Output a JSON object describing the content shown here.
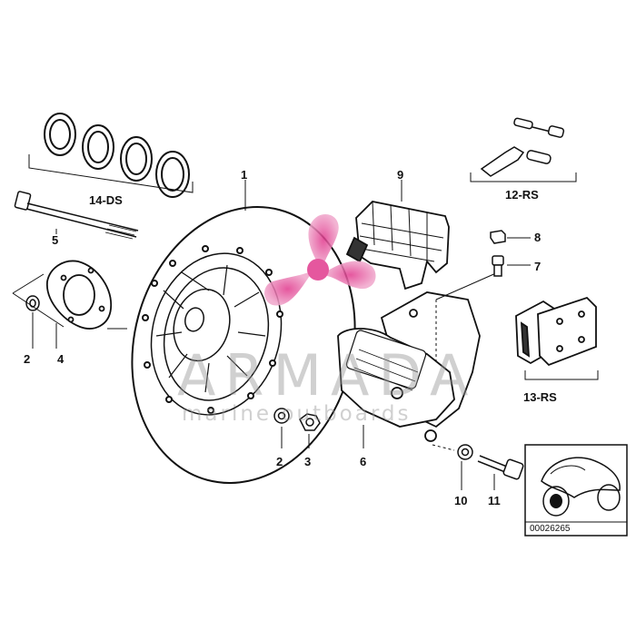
{
  "labels": {
    "disc": "1",
    "washer": "2",
    "washer_b": "2",
    "nut": "3",
    "adapter": "4",
    "bolt": "5",
    "caliper": "6",
    "bleed_valve": "7",
    "cap": "8",
    "pad_spring": "9",
    "washer_c": "10",
    "mount_bolt": "11",
    "pin_kit": "12-RS",
    "pad_kit": "13-RS",
    "seal_kit": "14-DS"
  },
  "watermark": {
    "title": "ARMADA",
    "subtitle": "marine outboards",
    "logo_color": "#e13a8e"
  },
  "thumbnail": {
    "doc_number": "00026265"
  }
}
